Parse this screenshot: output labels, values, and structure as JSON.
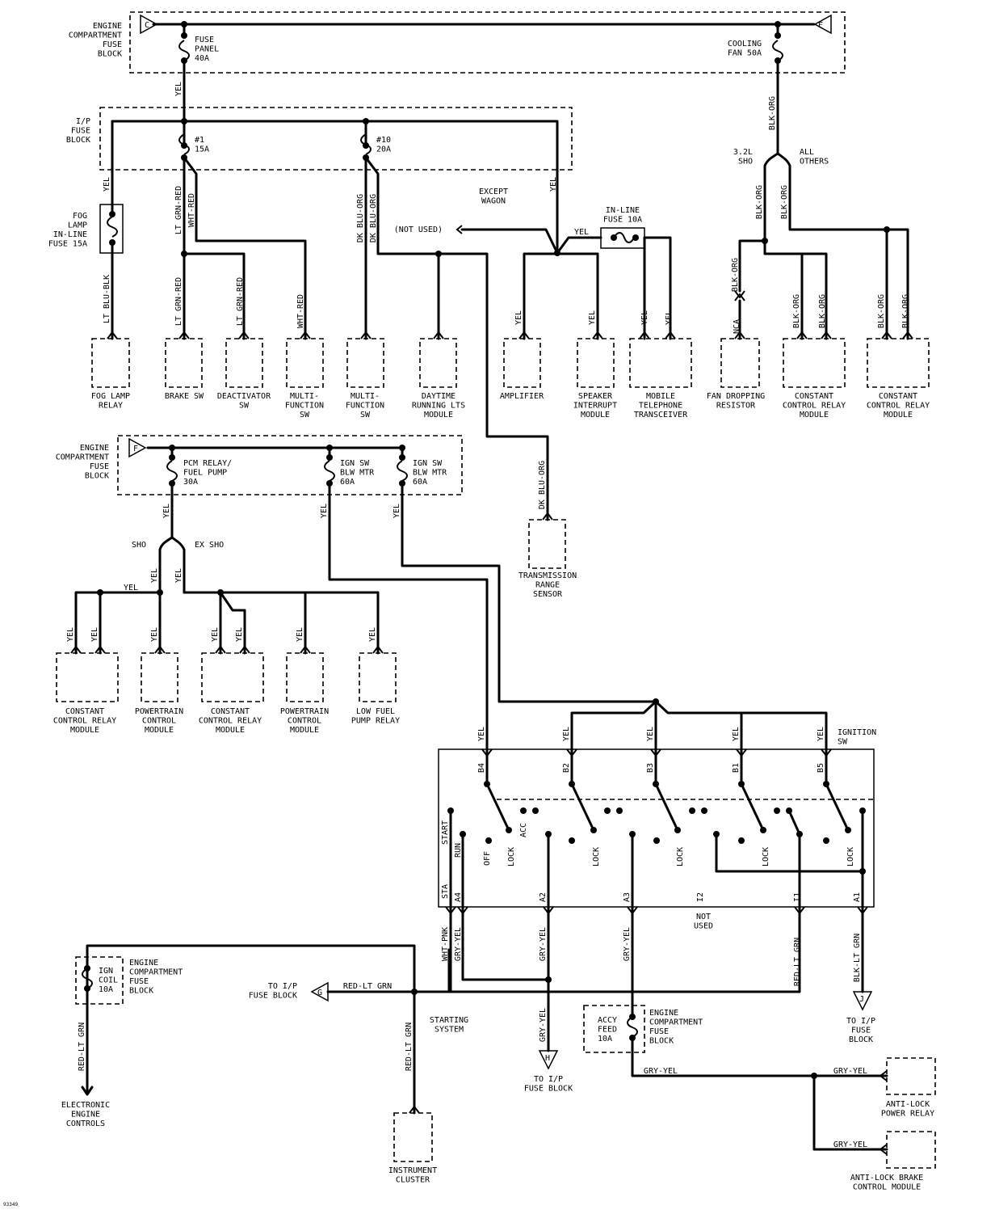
{
  "diagram": {
    "engine_fuse_block_top": "ENGINE|COMPARTMENT|FUSE|BLOCK",
    "fuse_panel": "FUSE|PANEL|40A",
    "cooling_fan": "COOLING|FAN 50A",
    "ip_fuse_block": "I/P|FUSE|BLOCK",
    "fuse1": "#1|15A",
    "fuse10": "#10|20A",
    "fog_inline": "FOG|LAMP|IN-LINE|FUSE 15A",
    "sho_32": "3.2L|SHO",
    "all_others": "ALL|OTHERS",
    "except_wagon": "EXCEPT|WAGON",
    "not_used": "(NOT USED)",
    "inline_fuse10": "IN-LINE|FUSE 10A",
    "fog_relay": "FOG LAMP|RELAY",
    "brake_sw": "BRAKE SW",
    "deactivator": "DEACTIVATOR|SW",
    "multi1": "MULTI-|FUNCTION|SW",
    "multi2": "MULTI-|FUNCTION|SW",
    "drl": "DAYTIME|RUNNING LTS|MODULE",
    "amplifier": "AMPLIFIER",
    "speaker": "SPEAKER|INTERRUPT|MODULE",
    "telephone": "MOBILE|TELEPHONE|TRANSCEIVER",
    "fan_resistor": "FAN DROPPING|RESISTOR",
    "ccrm1": "CONSTANT|CONTROL RELAY|MODULE",
    "ccrm2": "CONSTANT|CONTROL RELAY|MODULE",
    "engine_fuse_block_mid": "ENGINE|COMPARTMENT|FUSE|BLOCK",
    "pcm_relay": "PCM RELAY/|FUEL PUMP|30A",
    "ign_sw_blw1": "IGN SW|BLW MTR|60A",
    "ign_sw_blw2": "IGN SW|BLW MTR|60A",
    "trs": "TRANSMISSION|RANGE|SENSOR",
    "sho": "SHO",
    "ex_sho": "EX SHO",
    "ccrm3": "CONSTANT|CONTROL RELAY|MODULE",
    "pcm1": "POWERTRAIN|CONTROL|MODULE",
    "ccrm4": "CONSTANT|CONTROL RELAY|MODULE",
    "pcm2": "POWERTRAIN|CONTROL|MODULE",
    "low_fuel": "LOW FUEL|PUMP RELAY",
    "ignition_sw": "IGNITION|SW",
    "not_used2": "NOT|USED",
    "ign_coil_block": "ENGINE|COMPARTMENT|FUSE|BLOCK",
    "ign_coil": "IGN|COIL|10A",
    "to_ip_fuse_g": "TO I/P|FUSE BLOCK",
    "starting_system": "STARTING|SYSTEM",
    "to_ip_fuse_h": "TO I/P|FUSE BLOCK",
    "to_ip_fuse_j": "TO I/P|FUSE|BLOCK",
    "accy_feed": "ACCY|FEED|10A",
    "accy_block": "ENGINE|COMPARTMENT|FUSE|BLOCK",
    "abs_relay": "ANTI-LOCK|POWER RELAY",
    "abs_module": "ANTI-LOCK BRAKE|CONTROL MODULE",
    "eec": "ELECTRONIC|ENGINE|CONTROLS",
    "instrument": "INSTRUMENT|CLUSTER",
    "ref_num": "93349",
    "term_B4": "B4",
    "term_B2": "B2",
    "term_B3": "B3",
    "term_B1": "B1",
    "term_B5": "B5",
    "term_STA": "STA",
    "term_A4": "A4",
    "term_A2": "A2",
    "term_A3": "A3",
    "term_I2": "I2",
    "term_I1": "I1",
    "term_A1": "A1",
    "pos_start": "START",
    "pos_run": "RUN",
    "pos_off": "OFF",
    "pos_acc": "ACC",
    "pos_lock": "LOCK",
    "conn_C": "C",
    "conn_F": "F",
    "conn_G": "G",
    "conn_H": "H",
    "conn_J": "J",
    "w_yel": "YEL",
    "w_blk_org": "BLK-ORG",
    "w_lt_grn_red": "LT GRN-RED",
    "w_wht_red": "WHT-RED",
    "w_dk_blu_org": "DK BLU-ORG",
    "w_lt_blu_blk": "LT BLU-BLK",
    "w_nca": "NCA",
    "w_wht_pnk": "WHT-PNK",
    "w_gry_yel": "GRY-YEL",
    "w_red_lt_grn": "RED-LT GRN",
    "w_blk_lt_grn": "BLK-LT GRN"
  }
}
